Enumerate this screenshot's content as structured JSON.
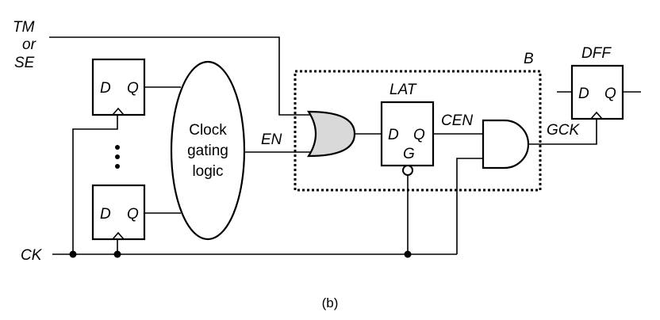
{
  "labels": {
    "tm_or_se": [
      "TM",
      "or",
      "SE"
    ],
    "ck": "CK",
    "en": "EN",
    "cen": "CEN",
    "gck": "GCK",
    "block_b": "B",
    "lat": "LAT",
    "dff": "DFF",
    "clock_gating_logic": [
      "Clock",
      "gating",
      "logic"
    ],
    "caption": "(b)"
  },
  "ff_top": {
    "d": "D",
    "q": "Q"
  },
  "ff_bottom": {
    "d": "D",
    "q": "Q"
  },
  "latch": {
    "d": "D",
    "q": "Q",
    "g": "G"
  },
  "dff_pins": {
    "d": "D",
    "q": "Q"
  },
  "colors": {
    "or_gate_fill": "#d9d9d9",
    "line": "#000000"
  }
}
